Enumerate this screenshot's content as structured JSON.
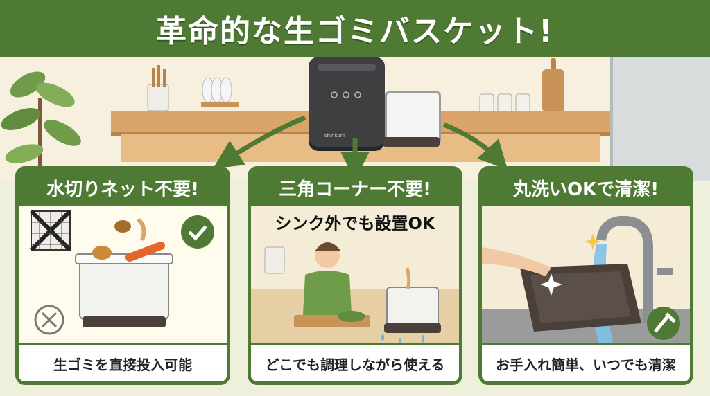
{
  "banner": {
    "title": "革命的な生ゴミバスケット!"
  },
  "machine": {
    "brand": "shinkunl"
  },
  "panels": [
    {
      "title": "水切りネット不要!",
      "caption": "生ゴミを直接投入可能",
      "icons": [
        "no-net-icon",
        "check-circle-icon",
        "cross-circle-icon"
      ]
    },
    {
      "title": "三角コーナー不要!",
      "subtitle": "シンク外でも設置OK",
      "caption": "どこでも調理しながら使える"
    },
    {
      "title": "丸洗いOKで清潔!",
      "caption": "お手入れ簡単、いつでも清潔",
      "icons": [
        "sparkle-icon",
        "brush-icon"
      ]
    }
  ],
  "colors": {
    "brand_green": "#4f7a34",
    "cream": "#fffcee",
    "basket_base": "#4a3f39"
  }
}
